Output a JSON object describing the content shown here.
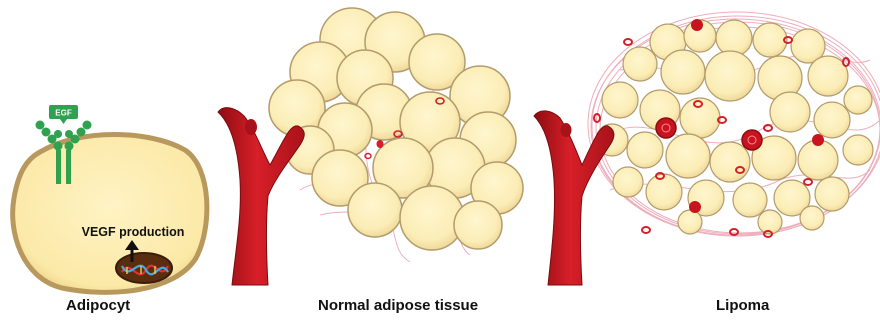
{
  "panels": {
    "adipocyte": {
      "caption": "Adipocyt",
      "receptor_label": "EGF",
      "production_label": "VEGF production"
    },
    "normal": {
      "caption": "Normal adipose tissue"
    },
    "lipoma": {
      "caption": "Lipoma"
    }
  },
  "colors": {
    "fat_cell_fill": "#fbedb6",
    "fat_cell_edge": "#a8916a",
    "vessel_red": "#c8141e",
    "egf_green": "#2fa14f",
    "capillary_pink": "#e9a2b3"
  },
  "icons": [
    "egf-receptor-icon",
    "dna-icon",
    "up-arrow-icon",
    "blood-vessel-icon"
  ]
}
